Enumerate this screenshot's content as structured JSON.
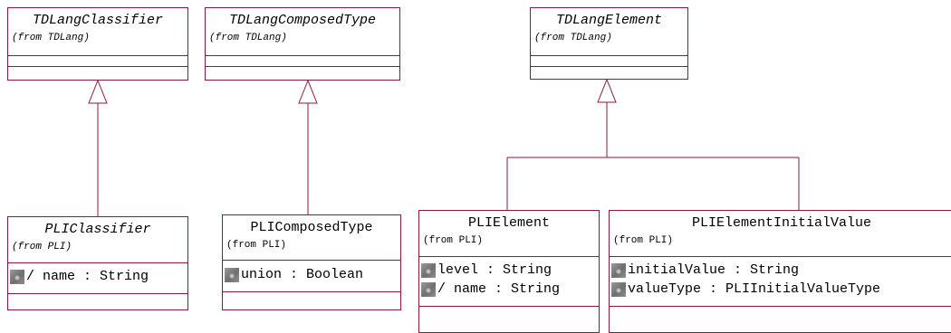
{
  "classes": {
    "tdlangclassifier": {
      "name": "TDLangClassifier",
      "from": "(from TDLang)",
      "abstract": true,
      "attributes": []
    },
    "tdlangcomposedtype": {
      "name": "TDLangComposedType",
      "from": "(from TDLang)",
      "abstract": true,
      "attributes": []
    },
    "tdlangelement": {
      "name": "TDLangElement",
      "from": "(from TDLang)",
      "abstract": true,
      "attributes": []
    },
    "pliclassifier": {
      "name": "PLIClassifier",
      "from": "(from PLI)",
      "abstract": true,
      "attributes": [
        "/ name : String"
      ]
    },
    "plicomposedtype": {
      "name": "PLIComposedType",
      "from": "(from PLI)",
      "abstract": false,
      "attributes": [
        "union : Boolean"
      ]
    },
    "plielement": {
      "name": "PLIElement",
      "from": "(from PLI)",
      "abstract": false,
      "attributes": [
        "level : String",
        "/ name : String"
      ]
    },
    "plielementinitialvalue": {
      "name": "PLIElementInitialValue",
      "from": "(from PLI)",
      "abstract": false,
      "attributes": [
        "initialValue : String",
        "valueType : PLIInitialValueType"
      ]
    }
  },
  "generalizations": [
    {
      "child": "PLIClassifier",
      "parent": "TDLangClassifier"
    },
    {
      "child": "PLIComposedType",
      "parent": "TDLangComposedType"
    },
    {
      "child": "PLIElement",
      "parent": "TDLangElement"
    },
    {
      "child": "PLIElementInitialValue",
      "parent": "TDLangElement"
    }
  ],
  "colors": {
    "border": "#8b1a3c",
    "line": "#8b1a3c"
  },
  "icons": {
    "attribute": "attribute-icon",
    "inheritance": "hollow-triangle-arrow"
  }
}
